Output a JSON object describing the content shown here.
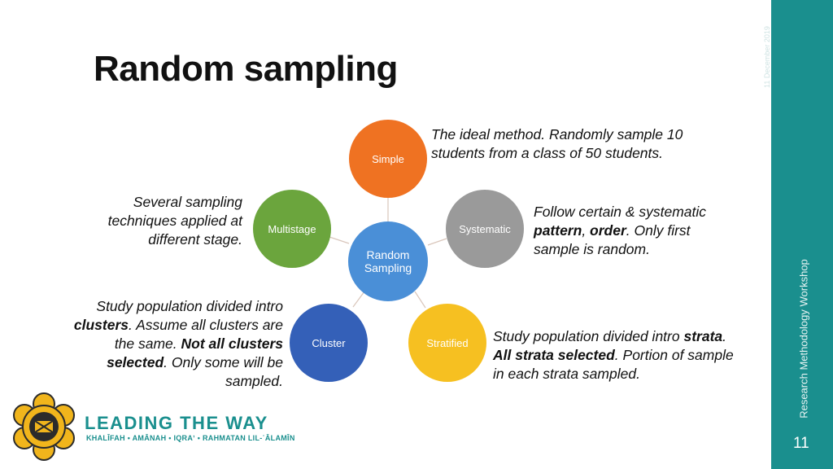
{
  "slide": {
    "title": "Random sampling",
    "sidebar_text": "Research Methodology Workshop",
    "sidebar_small_text": "11 December 2019",
    "page_number": "11",
    "colors": {
      "sidebar": "#1a8f8e",
      "center": "#4a8fd7",
      "simple": "#ef7222",
      "systematic": "#9a9a9a",
      "stratified": "#f6c021",
      "cluster": "#3460b8",
      "multistage": "#6ba53d"
    }
  },
  "diagram": {
    "center": "Random Sampling",
    "nodes": {
      "simple": "Simple",
      "systematic": "Systematic",
      "stratified": "Stratified",
      "cluster": "Cluster",
      "multistage": "Multistage"
    }
  },
  "notes": {
    "simple": "The ideal method. Randomly sample 10 students from a class of 50 students.",
    "systematic": {
      "a": "Follow certain & systematic ",
      "b": "pattern",
      "c": ", ",
      "d": "order",
      "e": ". Only first sample is random."
    },
    "stratified": {
      "a": "Study population divided intro ",
      "b": "strata",
      "c": ". ",
      "d": "All strata selected",
      "e": ". Portion of sample in each strata sampled."
    },
    "cluster": {
      "a": "Study population divided intro ",
      "b": "clusters",
      "c": ". Assume all clusters are the same. ",
      "d": "Not all clusters selected",
      "e": ". Only some will be sampled."
    },
    "multistage": "Several sampling techniques applied at different stage."
  },
  "logo": {
    "title": "LEADING THE WAY",
    "subtitle": "KHALĪFAH • AMĀNAH • IQRAʼ • RAHMATAN LIL-ʿĀLAMĪN"
  }
}
